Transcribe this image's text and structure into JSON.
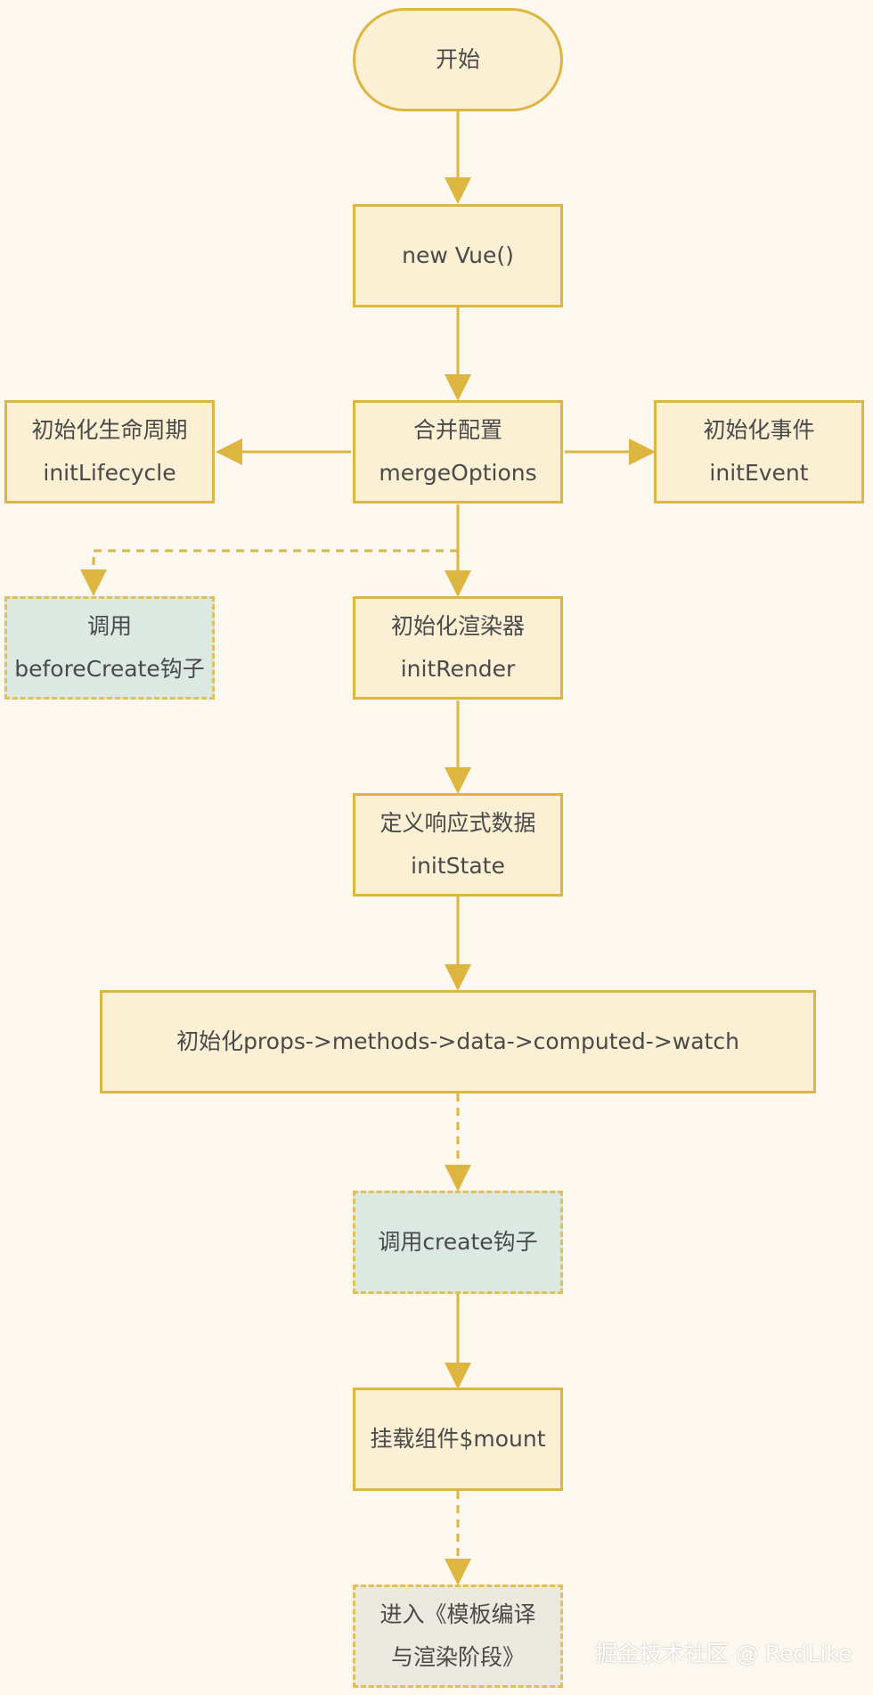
{
  "colors": {
    "background": "#fcf8ef",
    "process_fill": "#fbf0d4",
    "hook_fill": "#dce9e2",
    "stage_fill": "#ebe8df",
    "border": "#ddb541",
    "arrow": "#ddb541"
  },
  "nodes": {
    "start": {
      "line1": "开始"
    },
    "new_vue": {
      "line1": "new Vue()"
    },
    "merge_options": {
      "line1": "合并配置",
      "line2": "mergeOptions"
    },
    "init_lifecycle": {
      "line1": "初始化生命周期",
      "line2": "initLifecycle"
    },
    "init_event": {
      "line1": "初始化事件",
      "line2": "initEvent"
    },
    "before_create": {
      "line1": "调用",
      "line2": "beforeCreate钩子"
    },
    "init_render": {
      "line1": "初始化渲染器",
      "line2": "initRender"
    },
    "init_state": {
      "line1": "定义响应式数据",
      "line2": "initState"
    },
    "init_order": {
      "line1": "初始化props->methods->data->computed->watch"
    },
    "created_hook": {
      "line1": "调用create钩子"
    },
    "mount": {
      "line1": "挂载组件$mount"
    },
    "compile_stage": {
      "line1": "进入《模板编译",
      "line2": "与渲染阶段》"
    }
  },
  "watermark": "掘金技术社区 @ RedLike"
}
